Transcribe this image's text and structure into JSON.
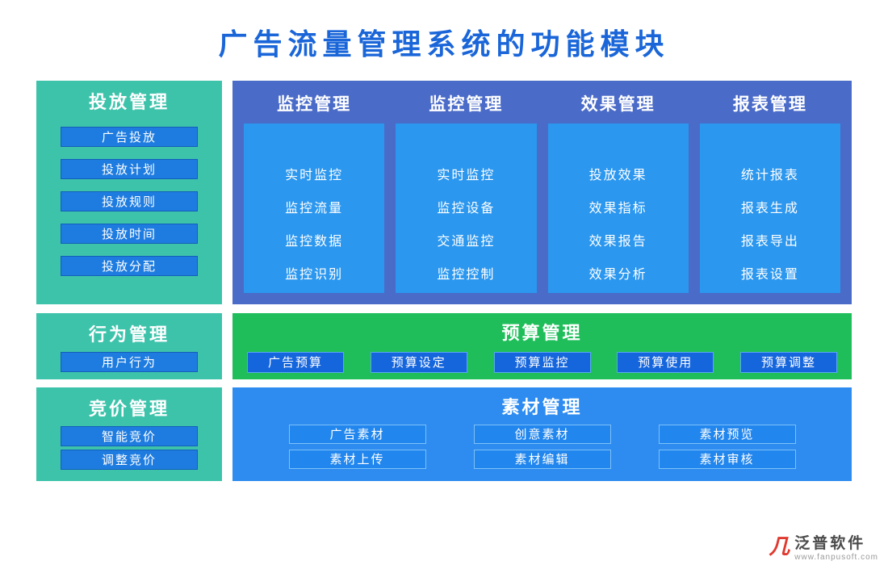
{
  "title": "广告流量管理系统的功能模块",
  "colors": {
    "title_blue": "#1a66d9",
    "teal": "#3ec3ab",
    "main_background": "#4a6bc8",
    "panel_blue": "#2b97ef",
    "chip_blue": "#1e7ce0",
    "budget_green": "#1fbe5a",
    "material_blue": "#2e8cf0"
  },
  "left": {
    "sections": [
      {
        "title": "投放管理",
        "items": [
          "广告投放",
          "投放计划",
          "投放规则",
          "投放时间",
          "投放分配"
        ]
      },
      {
        "title": "行为管理",
        "items": [
          "用户行为"
        ]
      },
      {
        "title": "竞价管理",
        "items": [
          "智能竞价",
          "调整竞价"
        ]
      }
    ]
  },
  "main": {
    "columns": [
      {
        "title": "监控管理",
        "items": [
          "实时监控",
          "监控流量",
          "监控数据",
          "监控识别"
        ]
      },
      {
        "title": "监控管理",
        "items": [
          "实时监控",
          "监控设备",
          "交通监控",
          "监控控制"
        ]
      },
      {
        "title": "效果管理",
        "items": [
          "投放效果",
          "效果指标",
          "效果报告",
          "效果分析"
        ]
      },
      {
        "title": "报表管理",
        "items": [
          "统计报表",
          "报表生成",
          "报表导出",
          "报表设置"
        ]
      }
    ]
  },
  "budget": {
    "title": "预算管理",
    "items": [
      "广告预算",
      "预算设定",
      "预算监控",
      "预算使用",
      "预算调整"
    ]
  },
  "material": {
    "title": "素材管理",
    "items": [
      "广告素材",
      "创意素材",
      "素材预览",
      "素材上传",
      "素材编辑",
      "素材审核"
    ]
  },
  "footer": {
    "logo_glyph": "几",
    "brand": "泛普软件",
    "url": "www.fanpusoft.com"
  }
}
